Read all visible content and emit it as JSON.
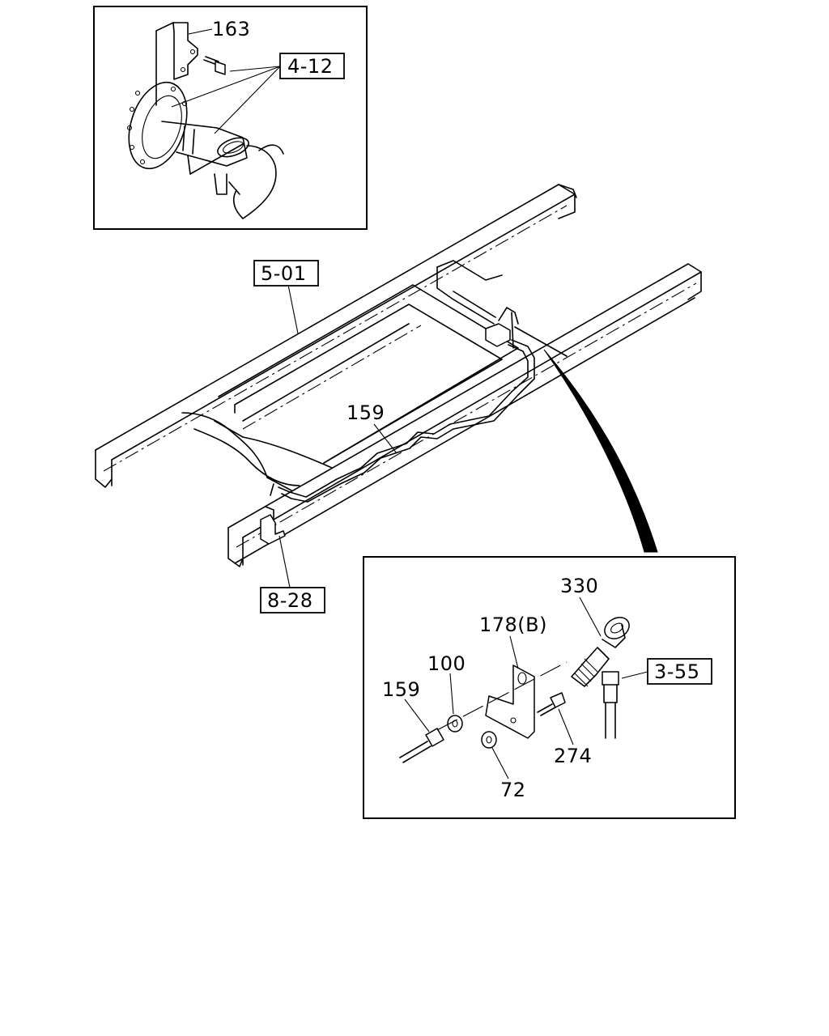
{
  "callouts": {
    "p163": "163",
    "ref_4_12": "4-12",
    "ref_5_01": "5-01",
    "p159_main": "159",
    "ref_8_28": "8-28",
    "p330": "330",
    "p178b": "178(B)",
    "p100": "100",
    "ref_3_55": "3-55",
    "p159_detail": "159",
    "p274": "274",
    "p72": "72"
  }
}
